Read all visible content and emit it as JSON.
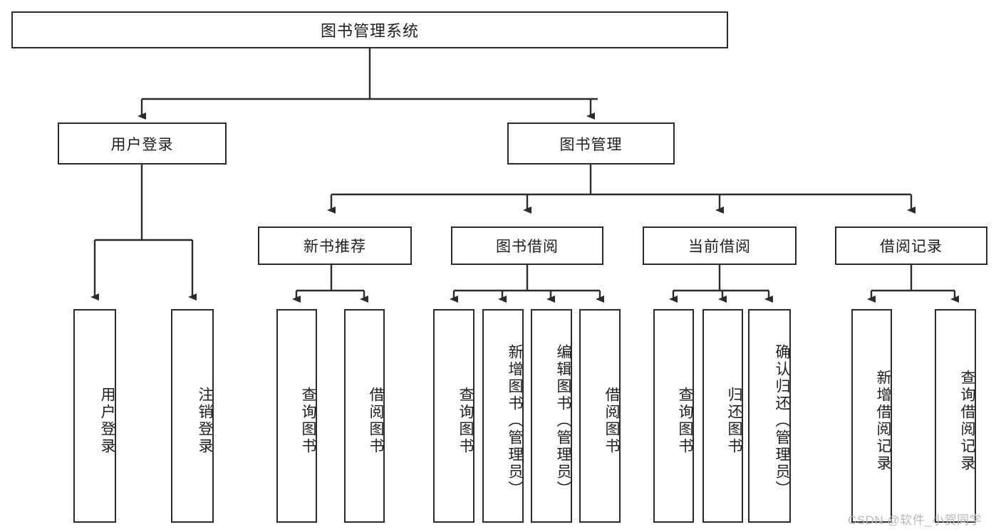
{
  "diagram": {
    "title_text": "图书管理系统",
    "root": {
      "label": "图书管理系统"
    },
    "level1": [
      {
        "label": "用户登录"
      },
      {
        "label": "图书管理"
      }
    ],
    "level2": [
      {
        "label": "新书推荐"
      },
      {
        "label": "图书借阅"
      },
      {
        "label": "当前借阅"
      },
      {
        "label": "借阅记录"
      }
    ],
    "leaves": {
      "user_login": [
        {
          "label": "用户登录"
        },
        {
          "label": "注销登录"
        }
      ],
      "new_book_recommend": [
        {
          "label": "查询图书"
        },
        {
          "label": "借阅图书"
        }
      ],
      "book_borrow": [
        {
          "label": "查询图书"
        },
        {
          "label": "新增图书（管理员）"
        },
        {
          "label": "编辑图书（管理员）"
        },
        {
          "label": "借阅图书"
        }
      ],
      "current_borrow": [
        {
          "label": "查询图书"
        },
        {
          "label": "归还图书"
        },
        {
          "label": "确认归还（管理员）"
        }
      ],
      "borrow_record": [
        {
          "label": "新增借阅记录"
        },
        {
          "label": "查询借阅记录"
        }
      ]
    }
  },
  "watermark": {
    "text": "CSDN @软件_小贺同学"
  },
  "colors": {
    "stroke": "#2b2b2b",
    "background": "#ffffff",
    "text": "#1d1d1d",
    "watermark": "#b9b9b9"
  }
}
